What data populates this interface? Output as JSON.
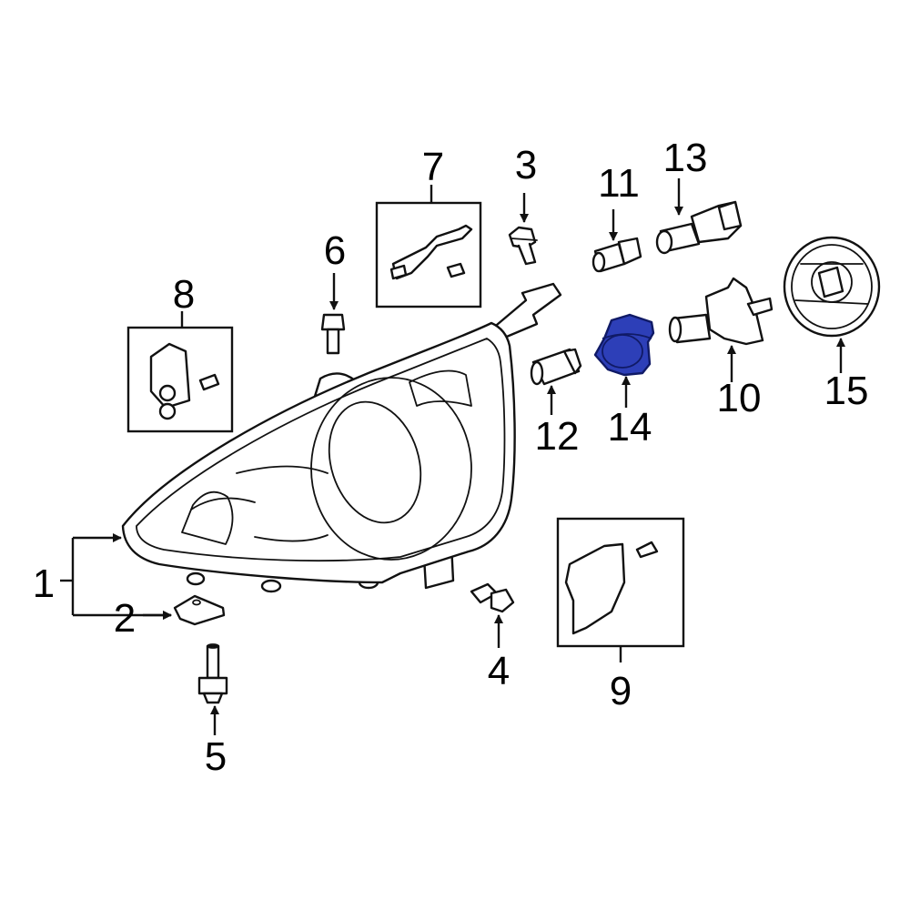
{
  "colors": {
    "line": "#111111",
    "background": "#ffffff",
    "highlight_fill": "#2d3fb8",
    "highlight_stroke": "#101a66"
  },
  "highlighted_part": "14",
  "callouts": [
    {
      "id": "c1",
      "label": "1"
    },
    {
      "id": "c2",
      "label": "2"
    },
    {
      "id": "c3",
      "label": "3"
    },
    {
      "id": "c4",
      "label": "4"
    },
    {
      "id": "c5",
      "label": "5"
    },
    {
      "id": "c6",
      "label": "6"
    },
    {
      "id": "c7",
      "label": "7"
    },
    {
      "id": "c8",
      "label": "8"
    },
    {
      "id": "c9",
      "label": "9"
    },
    {
      "id": "c10",
      "label": "10"
    },
    {
      "id": "c11",
      "label": "11"
    },
    {
      "id": "c12",
      "label": "12"
    },
    {
      "id": "c13",
      "label": "13"
    },
    {
      "id": "c14",
      "label": "14"
    },
    {
      "id": "c15",
      "label": "15"
    }
  ]
}
